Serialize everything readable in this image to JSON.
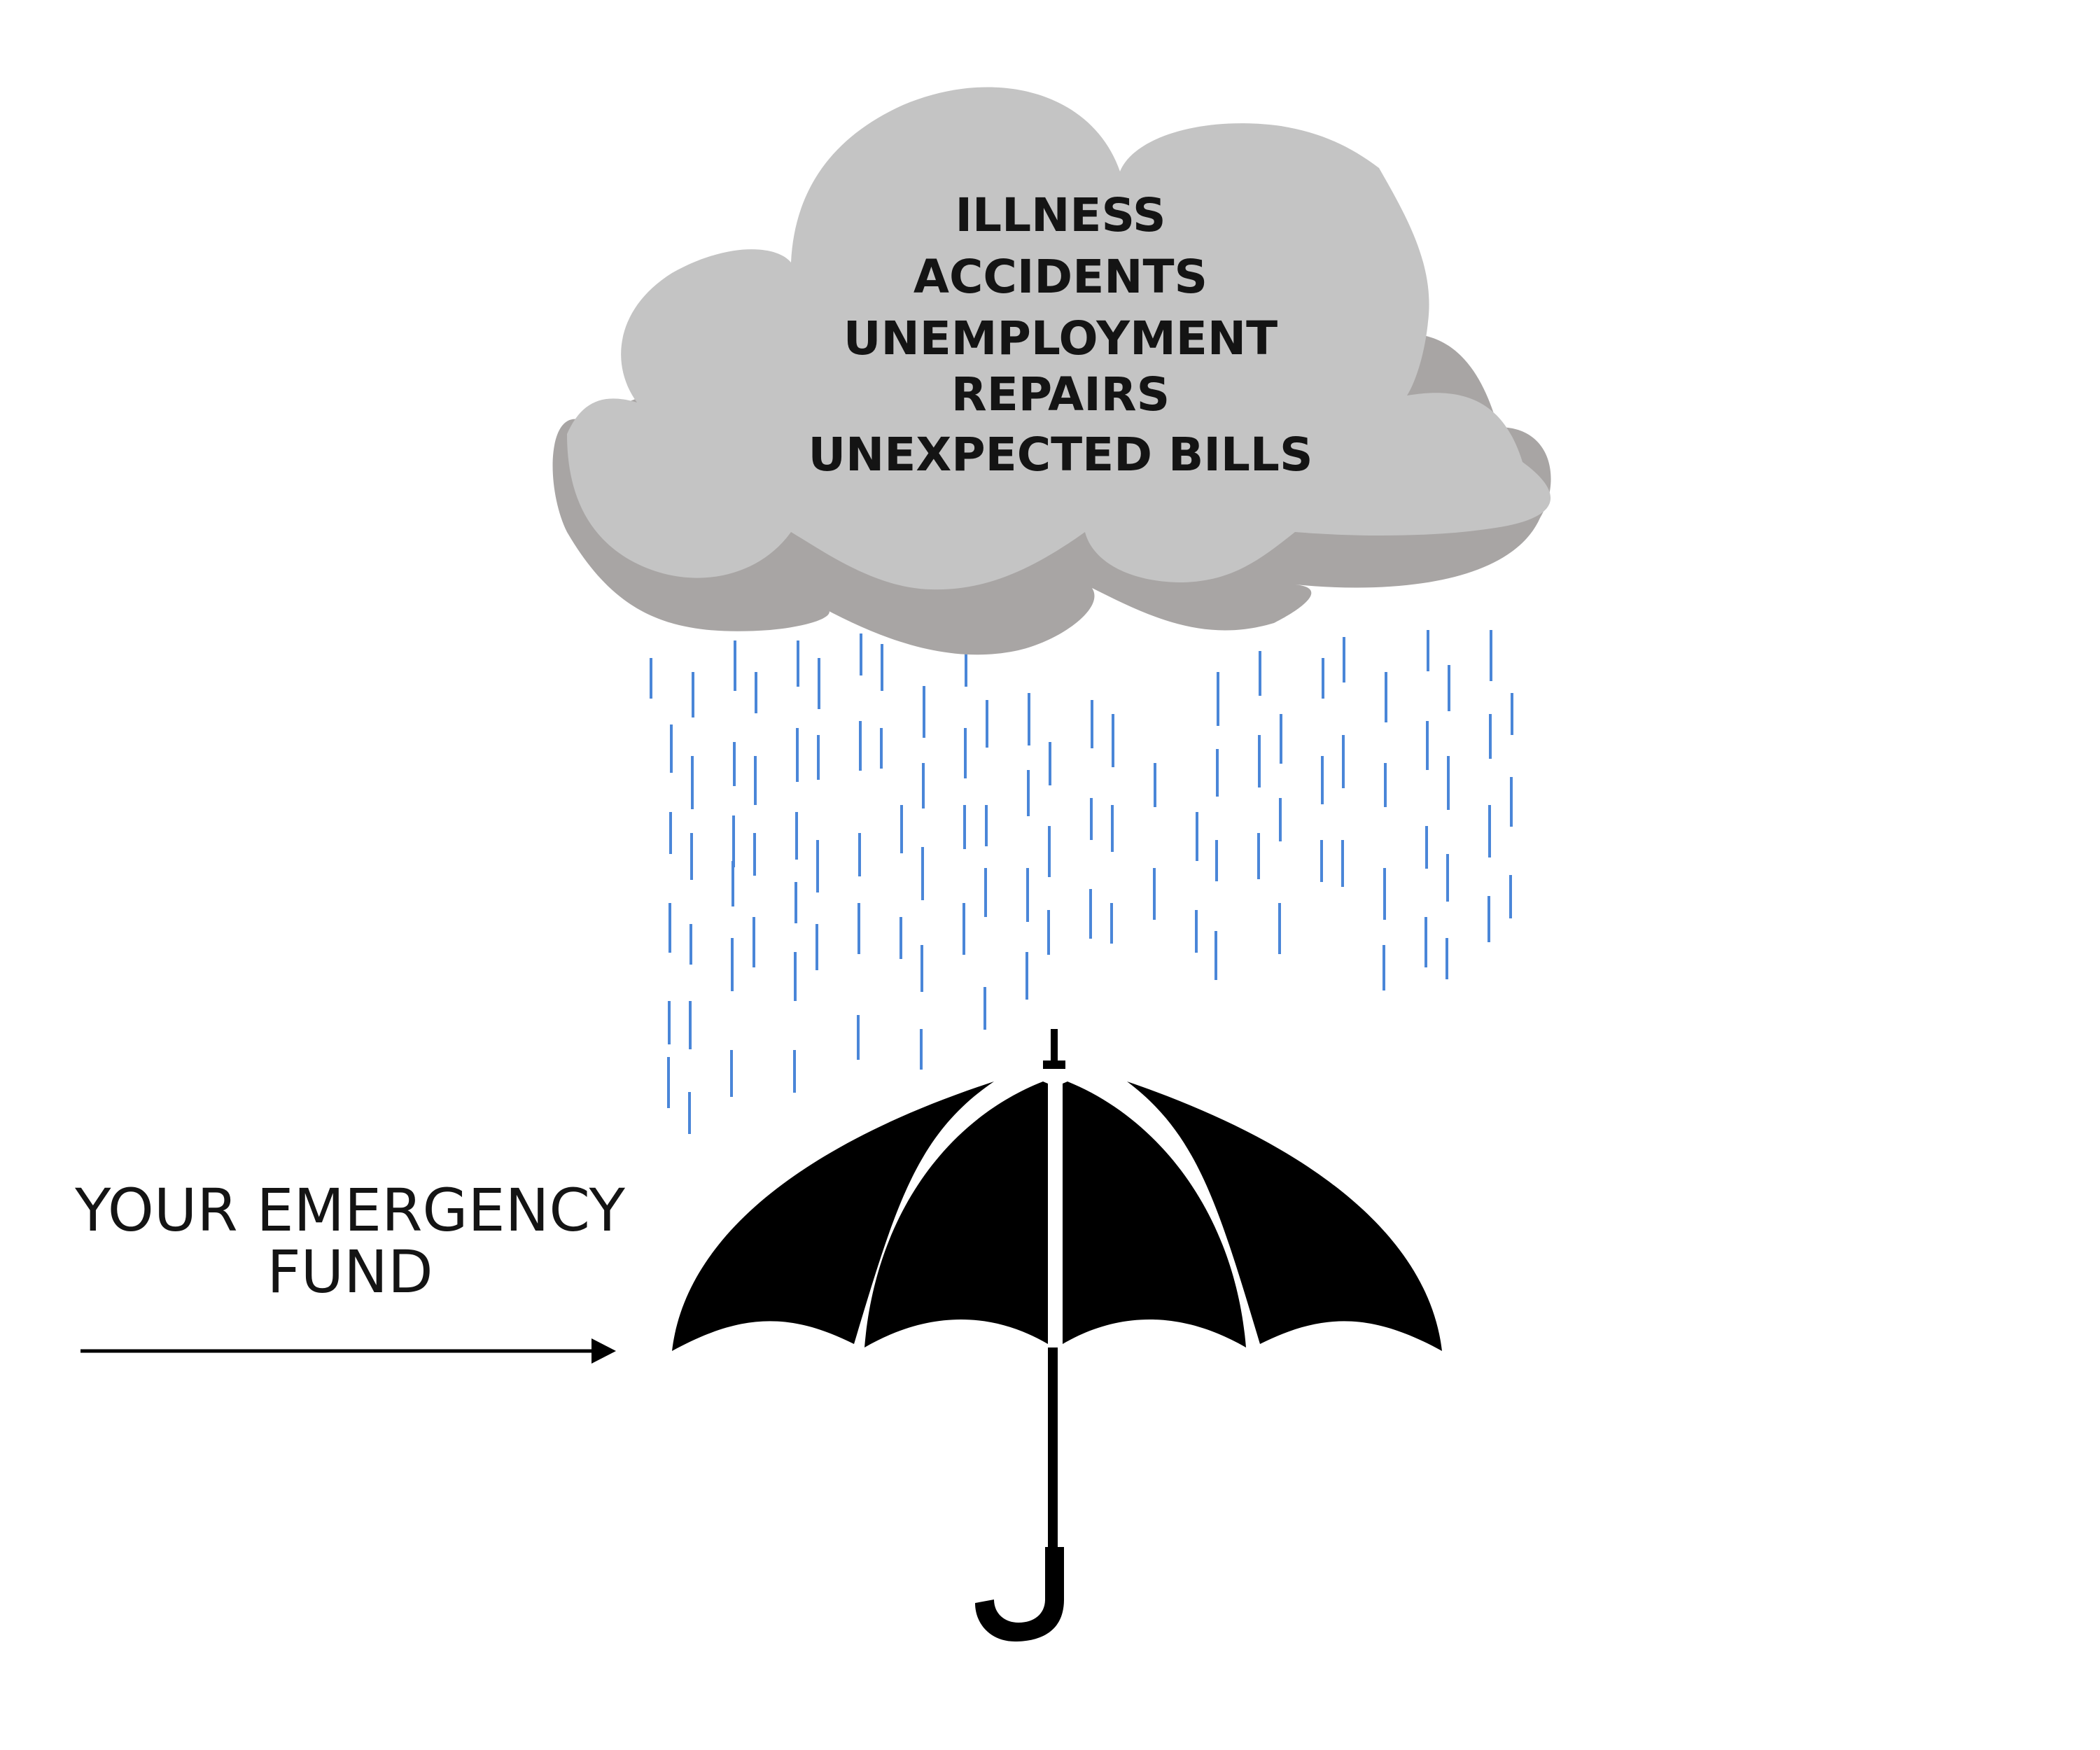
{
  "cloud": {
    "risks": [
      "ILLNESS",
      "ACCIDENTS",
      "UNEMPLOYMENT",
      "REPAIRS",
      "UNEXPECTED BILLS"
    ]
  },
  "label": {
    "line1": "YOUR EMERGENCY",
    "line2": "FUND"
  },
  "colors": {
    "cloud_fill": "#c4c4c4",
    "cloud_shadow": "#a8a5a4",
    "rain": "#4a86d8",
    "umbrella": "#000000",
    "text": "#141414"
  },
  "icons": {
    "cloud": "rain-cloud-icon",
    "umbrella": "umbrella-icon",
    "arrow": "arrow-right-icon"
  }
}
